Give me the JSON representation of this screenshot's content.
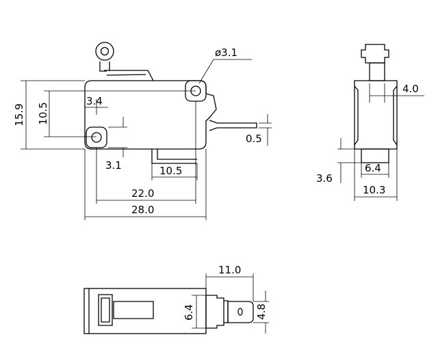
{
  "front_view": {
    "hole_dia": "ø3.1",
    "dim_15_9": "15.9",
    "dim_10_5_v": "10.5",
    "dim_3_4": "3.4",
    "dim_3_1": "3.1",
    "dim_0_5": "0.5",
    "dim_10_5_h": "10.5",
    "dim_22_0": "22.0",
    "dim_28_0": "28.0"
  },
  "side_view": {
    "dim_4_0": "4.0",
    "dim_3_6": "3.6",
    "dim_6_4": "6.4",
    "dim_10_3": "10.3"
  },
  "bottom_view": {
    "dim_11_0": "11.0",
    "dim_6_4": "6.4",
    "dim_4_8": "4.8"
  }
}
